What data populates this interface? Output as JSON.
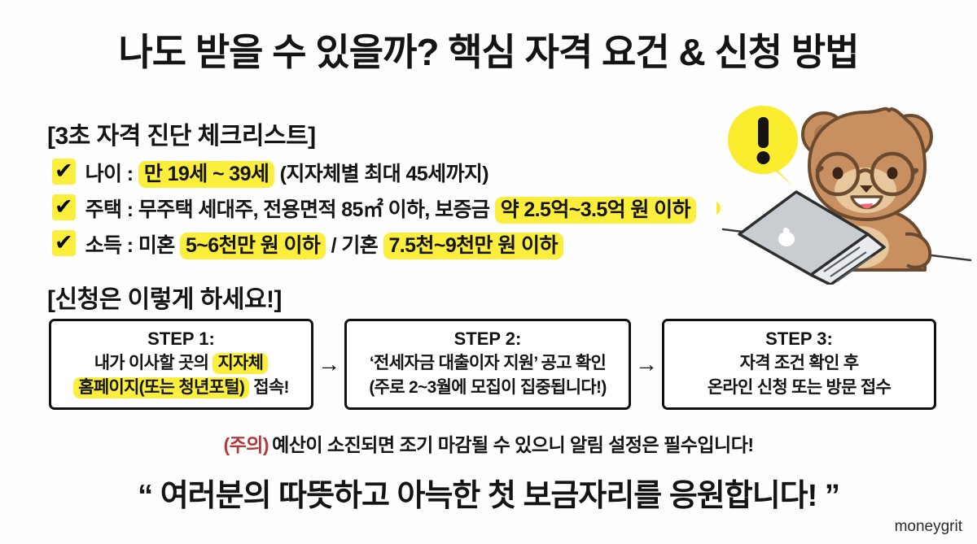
{
  "title": "나도 받을 수 있을까? 핵심 자격 요건 & 신청 방법",
  "checklist": {
    "heading": "[3초 자격 진단 체크리스트]",
    "check_icon": "✔",
    "items": [
      {
        "label": "나이 : ",
        "highlight": "만 19세 ~ 39세",
        "tail": " (지자체별 최대 45세까지)"
      },
      {
        "label": "주택 : 무주택 세대주, 전용면적 85㎡ 이하, 보증금 ",
        "highlight": "약 2.5억~3.5억 원 이하",
        "tail": ""
      },
      {
        "label": "소득 : 미혼 ",
        "highlight": "5~6천만 원 이하",
        "mid": " / 기혼 ",
        "highlight2": "7.5천~9천만 원 이하",
        "tail": ""
      }
    ]
  },
  "apply": {
    "heading": "[신청은 이렇게 하세요!]",
    "arrow": "→",
    "steps": [
      {
        "title": "STEP 1:",
        "line1_pre": "내가 이사할 곳의 ",
        "line1_hl": "지자체",
        "line2_hl": "홈페이지(또는 청년포털)",
        "line2_post": " 접속!"
      },
      {
        "title": "STEP 2:",
        "line1": "‘전세자금 대출이자 지원’ 공고 확인",
        "line2": "(주로 2~3월에 모집이 집중됩니다!)"
      },
      {
        "title": "STEP 3:",
        "line1": "자격 조건 확인 후",
        "line2": "온라인 신청 또는 방문 접수"
      }
    ]
  },
  "caution": {
    "tag": "(주의)",
    "text": "예산이 소진되면 조기 마감될 수 있으니 알림 설정은 필수입니다!"
  },
  "closing": {
    "open_quote": "“",
    "text": " 여러분의 따뜻하고 아늑한 첫 보금자리를 응원합니다! ",
    "close_quote": "”"
  },
  "watermark": "moneygrit",
  "mascot": {
    "speech_bubble_text": "!",
    "alt": "bear-with-glasses-using-laptop"
  },
  "colors": {
    "highlight_yellow": "#FBEE3C",
    "bubble_yellow": "#F9ED2E",
    "caution_red": "#B03A3A",
    "text_black": "#141414",
    "background": "#FEFEFE",
    "bear_fur": "#C89060",
    "bear_fur_light": "#E8C79C",
    "bear_outline": "#6B4A2F",
    "laptop_gray": "#C9CDD1"
  }
}
